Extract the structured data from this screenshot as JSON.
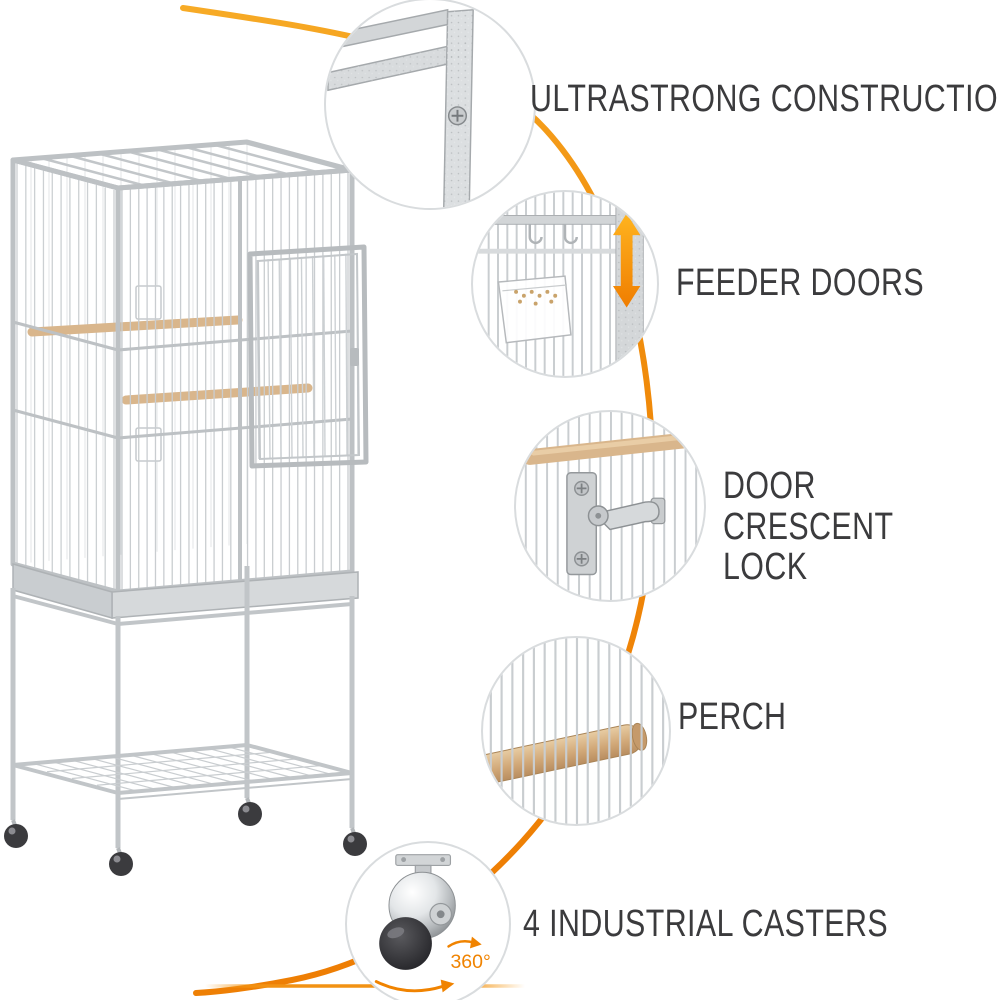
{
  "colors": {
    "accent_orange": "#f08300",
    "heading_text": "#3b3b3d",
    "cage_metal": "#c3c7ca",
    "perch_wood": "#d9b68c"
  },
  "illustration": {
    "icon": "bird-cage-with-rolling-stand-line-art"
  },
  "callouts": [
    {
      "id": "construction",
      "icon": "metal-frame-corner-photo",
      "label": "ULTRASTRONG CONSTRUCTION"
    },
    {
      "id": "feeder-doors",
      "icon": "feeder-cup-photo",
      "label": "FEEDER DOORS"
    },
    {
      "id": "door-lock",
      "icon": "crescent-lock-photo",
      "label": "DOOR CRESCENT LOCK"
    },
    {
      "id": "perch",
      "icon": "wooden-perch-photo",
      "label": "PERCH"
    },
    {
      "id": "casters",
      "icon": "caster-wheel-photo",
      "label": "4 INDUSTRIAL CASTERS",
      "badge": "360°"
    }
  ]
}
